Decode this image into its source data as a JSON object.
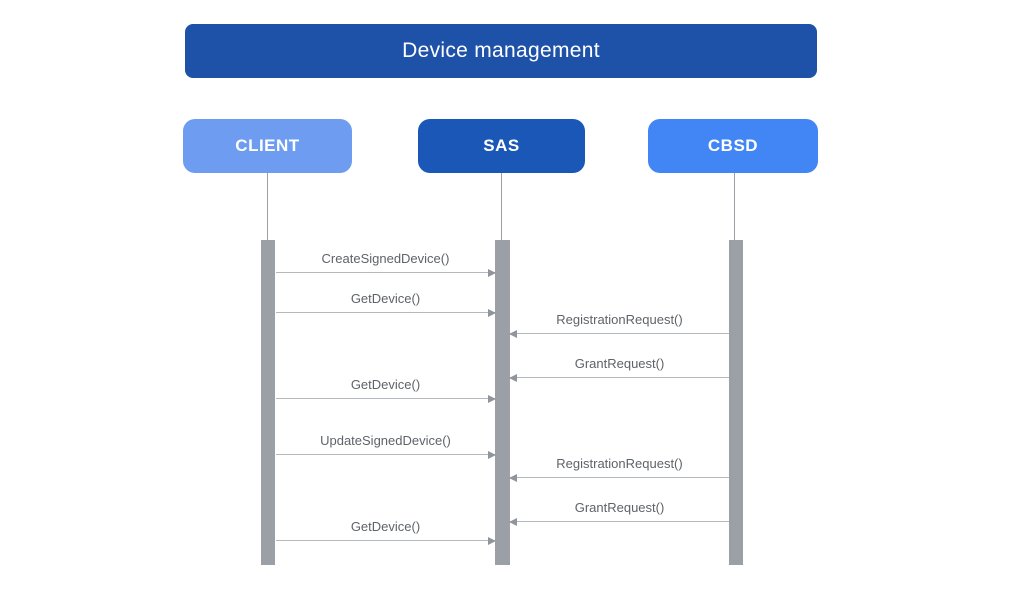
{
  "diagram": {
    "type": "sequence",
    "title": "Device management"
  },
  "actors": [
    {
      "name": "CLIENT",
      "color": "#6d9cf1"
    },
    {
      "name": "SAS",
      "color": "#1a57b6"
    },
    {
      "name": "CBSD",
      "color": "#4285f4"
    }
  ],
  "messages": [
    {
      "label": "CreateSignedDevice()",
      "from": "CLIENT",
      "to": "SAS"
    },
    {
      "label": "GetDevice()",
      "from": "CLIENT",
      "to": "SAS"
    },
    {
      "label": "RegistrationRequest()",
      "from": "CBSD",
      "to": "SAS"
    },
    {
      "label": "GrantRequest()",
      "from": "CBSD",
      "to": "SAS"
    },
    {
      "label": "GetDevice()",
      "from": "CLIENT",
      "to": "SAS"
    },
    {
      "label": "UpdateSignedDevice()",
      "from": "CLIENT",
      "to": "SAS"
    },
    {
      "label": "RegistrationRequest()",
      "from": "CBSD",
      "to": "SAS"
    },
    {
      "label": "GrantRequest()",
      "from": "CBSD",
      "to": "SAS"
    },
    {
      "label": "GetDevice()",
      "from": "CLIENT",
      "to": "SAS"
    }
  ],
  "colors": {
    "title_background": "#1e52a8",
    "client_background": "#6d9cf1",
    "sas_background": "#1a57b6",
    "cbsd_background": "#4285f4",
    "activation_bar": "#9aa0a6",
    "arrow_line": "#b4b9be",
    "arrow_head": "#8f959b",
    "message_text": "#5f6368",
    "page_background": "#ffffff"
  }
}
